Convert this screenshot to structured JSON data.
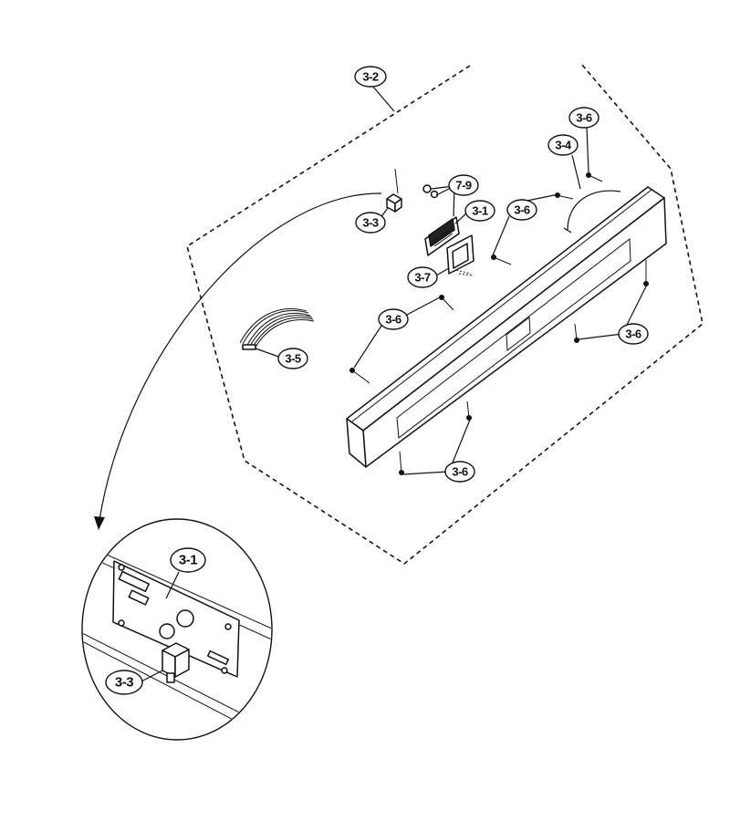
{
  "callouts": {
    "c_3_2": "3-2",
    "c_3_6_top": "3-6",
    "c_3_4": "3-4",
    "c_7_9": "7-9",
    "c_3_1": "3-1",
    "c_3_6_mid": "3-6",
    "c_3_3": "3-3",
    "c_3_7": "3-7",
    "c_3_6_left": "3-6",
    "c_3_5": "3-5",
    "c_3_6_right": "3-6",
    "c_3_6_bottom": "3-6",
    "c_detail_3_1": "3-1",
    "c_detail_3_3": "3-3"
  }
}
